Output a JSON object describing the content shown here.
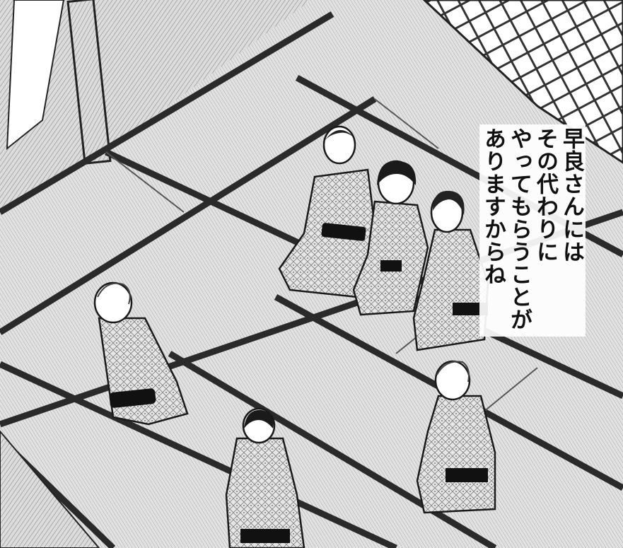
{
  "speech": {
    "lines": [
      "早良さんには",
      "その代わりに",
      "やってもらうことが",
      "ありますからね"
    ]
  },
  "palette": {
    "ink": "#1a1a1a",
    "tatami": "#d9d9d9",
    "tatami_dark": "#bdbdbd",
    "kimono": "#c8c8c8",
    "obi": "#111111",
    "paper": "#ffffff"
  },
  "scene": {
    "figures": [
      "seated-man-back-center",
      "seated-person-dark-hair-center",
      "seated-person-right",
      "seated-elder-left",
      "seated-person-bottom",
      "seated-elder-bottom-right"
    ]
  }
}
